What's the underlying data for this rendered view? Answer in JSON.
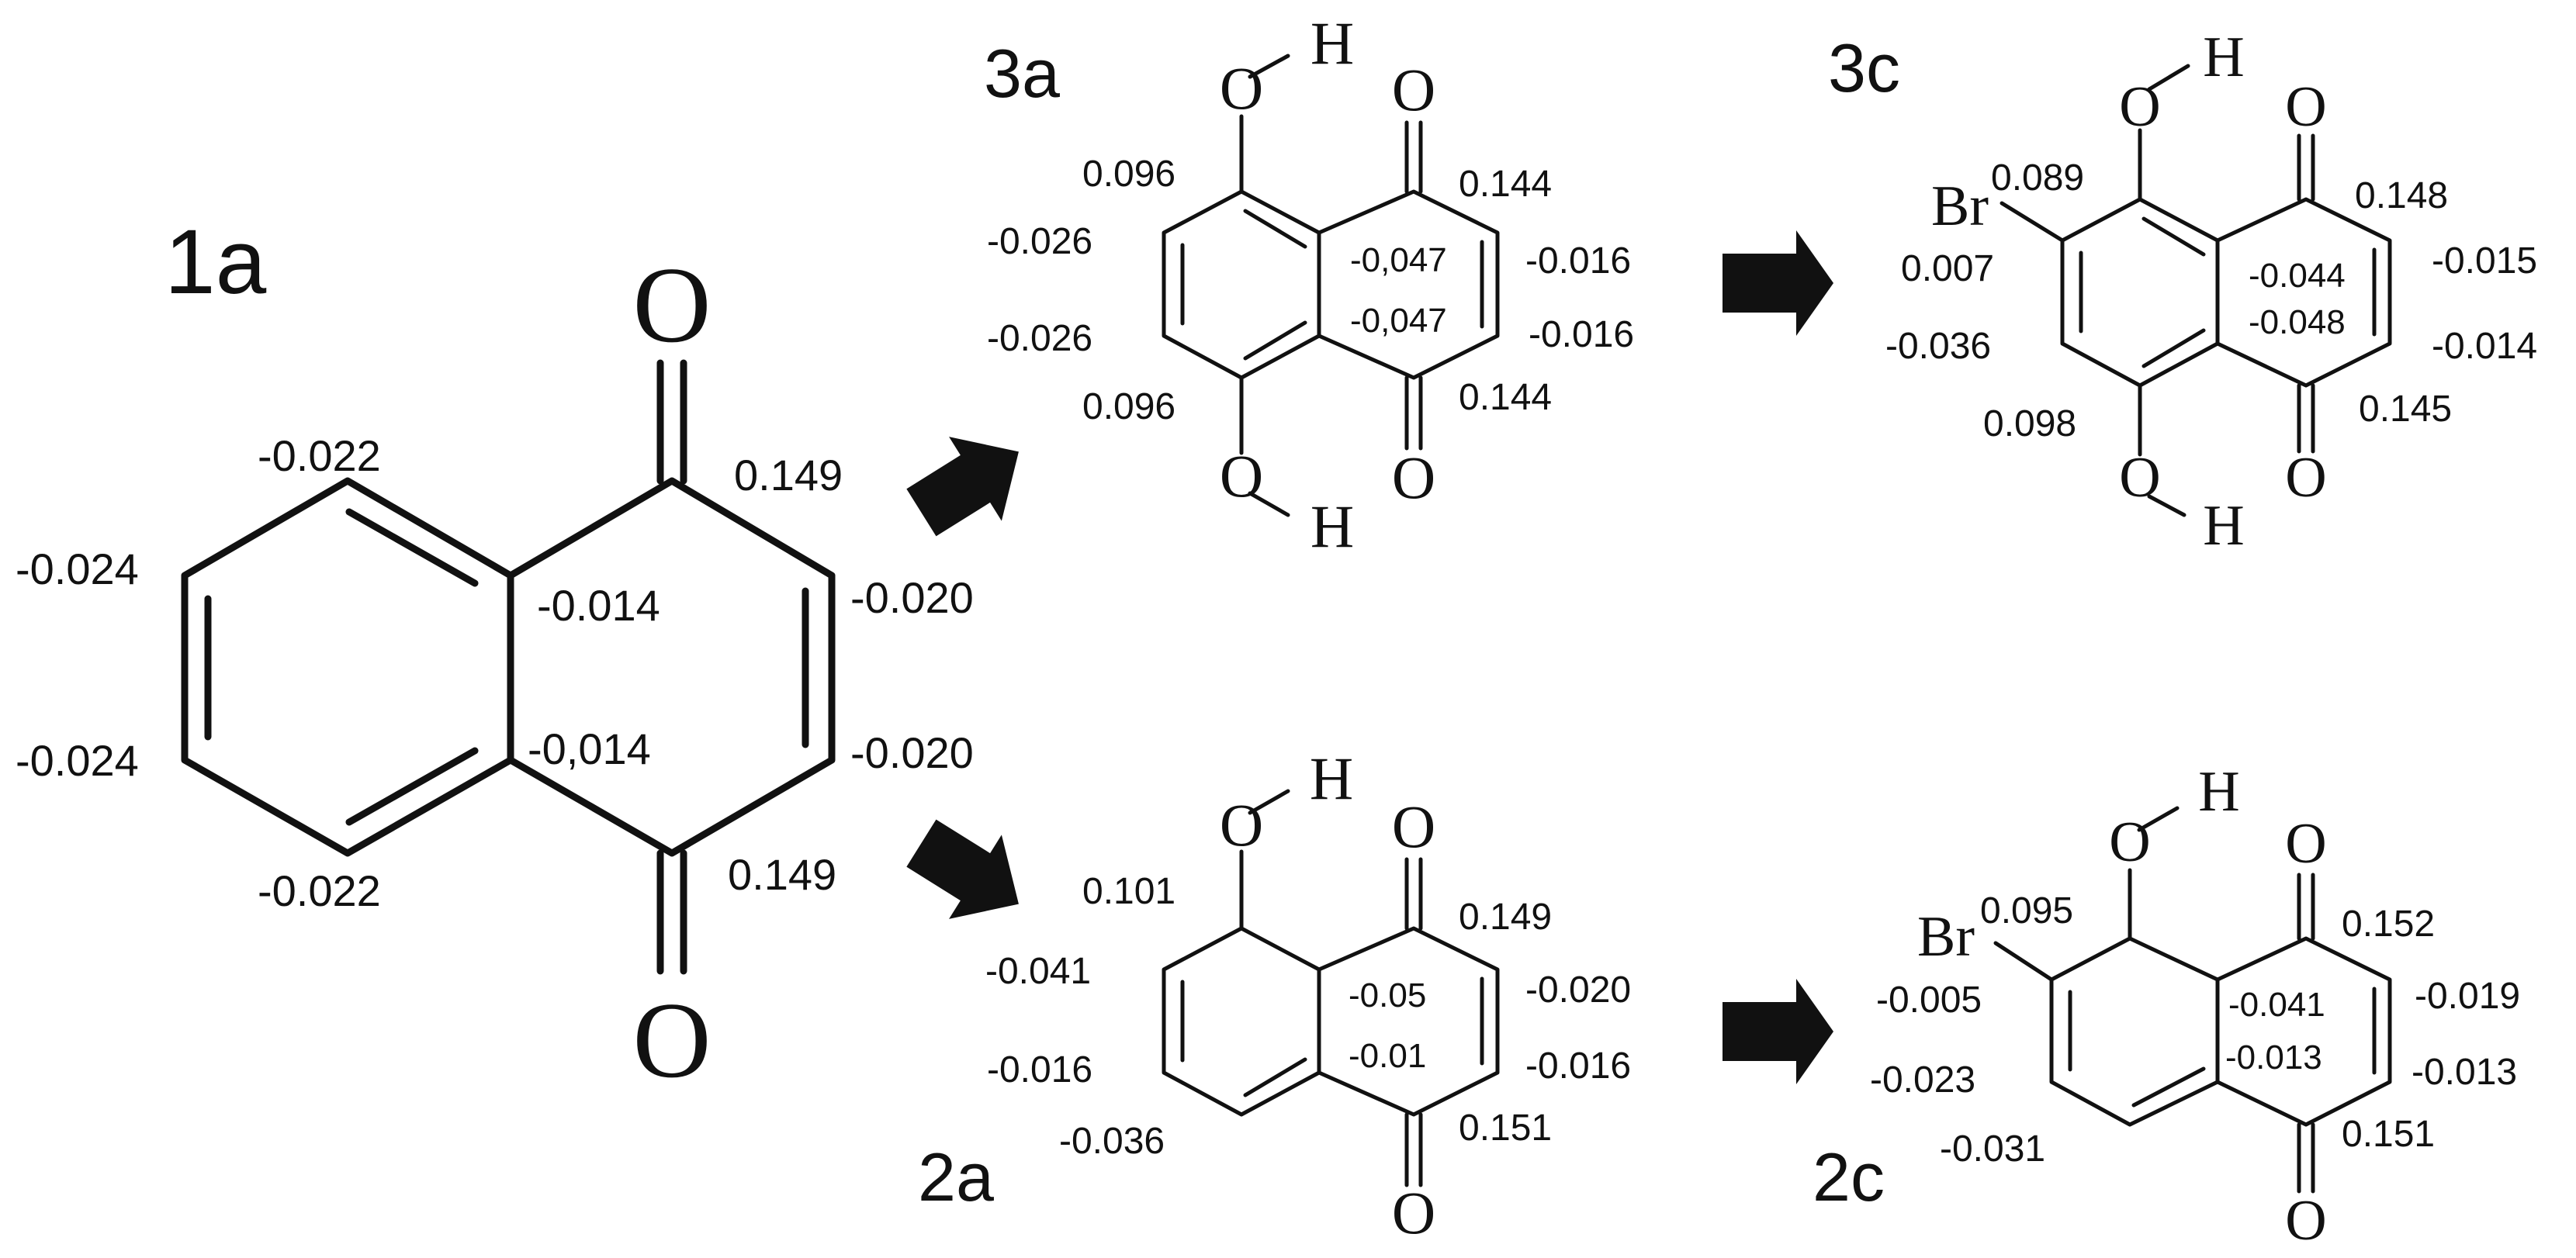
{
  "molecules": {
    "m1a": {
      "name": "1a",
      "atoms": {
        "o_top": "O",
        "o_bot": "O"
      },
      "charges": {
        "tl": "-0.022",
        "ul": "-0.024",
        "ll": "-0.024",
        "bl": "-0.022",
        "c9": "-0.014",
        "c10": "-0,014",
        "c1": "0.149",
        "c2": "-0.020",
        "c3": "-0.020",
        "c4": "0.149"
      }
    },
    "m3a": {
      "name": "3a",
      "atoms": {
        "o_ho1": "O",
        "h_ho1": "H",
        "o_co1": "O",
        "o_ho2": "O",
        "h_ho2": "H",
        "o_co2": "O"
      },
      "charges": {
        "c5": "0.096",
        "c6": "-0.026",
        "c7": "-0.026",
        "c8": "0.096",
        "c9": "-0,047",
        "c10": "-0,047",
        "c1": "0.144",
        "c2": "-0.016",
        "c3": "-0.016",
        "c4": "0.144"
      }
    },
    "m3c": {
      "name": "3c",
      "atoms": {
        "br": "Br",
        "o_ho1": "O",
        "h_ho1": "H",
        "o_co1": "O",
        "o_ho2": "O",
        "h_ho2": "H",
        "o_co2": "O"
      },
      "charges": {
        "c5": "0.089",
        "c6": "0.007",
        "c7": "-0.036",
        "c8": "0.098",
        "c9": "-0.044",
        "c10": "-0.048",
        "c1": "0.148",
        "c2": "-0.015",
        "c3": "-0.014",
        "c4": "0.145"
      }
    },
    "m2a": {
      "name": "2a",
      "atoms": {
        "o_ho": "O",
        "h_ho": "H",
        "o_co1": "O",
        "o_co2": "O"
      },
      "charges": {
        "c5": "0.101",
        "c6": "-0.041",
        "c7": "-0.016",
        "c8": "-0.036",
        "c9": "-0.05",
        "c10": "-0.01",
        "c1": "0.149",
        "c2": "-0.020",
        "c3": "-0.016",
        "c4": "0.151"
      }
    },
    "m2c": {
      "name": "2c",
      "atoms": {
        "br": "Br",
        "o_ho": "O",
        "h_ho": "H",
        "o_co1": "O",
        "o_co2": "O"
      },
      "charges": {
        "c5": "0.095",
        "c6": "-0.005",
        "c7": "-0.023",
        "c8": "-0.031",
        "c9": "-0.041",
        "c10": "-0.013",
        "c1": "0.152",
        "c2": "-0.019",
        "c3": "-0.013",
        "c4": "0.151"
      }
    }
  }
}
